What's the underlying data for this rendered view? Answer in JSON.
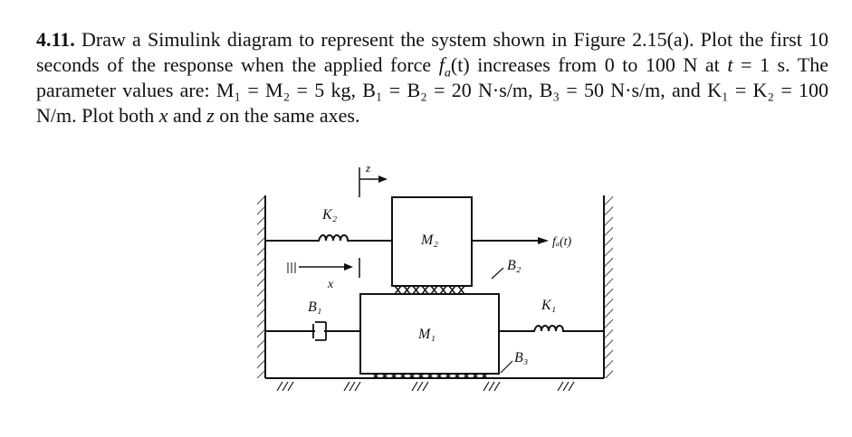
{
  "problem": {
    "number": "4.11.",
    "parts": {
      "p1": "Draw a Simulink diagram to represent the system shown in Figure 2.15(a). Plot the first 10 seconds of the response when the applied force ",
      "force_sym": "f",
      "force_sub": "a",
      "force_arg": "(t)",
      "p2": " increases from 0 to 100 N at ",
      "t_sym": "t",
      "p3": " = 1 s. The parameter values are: ",
      "params_text": "M₁ = M₂ = 5 kg, B₁ = B₂ = 20 N·s/m, B₃ = 50 N·s/m,",
      "p4": " and ",
      "springs_text": "K₁ = K₂ = 100 N/m.",
      "p5": " Plot both ",
      "x_sym": "x",
      "p6": " and ",
      "z_sym": "z",
      "p7": " on the same axes."
    }
  },
  "figure": {
    "labels": {
      "z": "z",
      "x": "x",
      "K2": "K₂",
      "M2": "M₂",
      "fa": "fₐ(t)",
      "B2": "B₂",
      "K1": "K₁",
      "B1": "B₁",
      "M1": "M₁",
      "B3": "B₃"
    }
  }
}
